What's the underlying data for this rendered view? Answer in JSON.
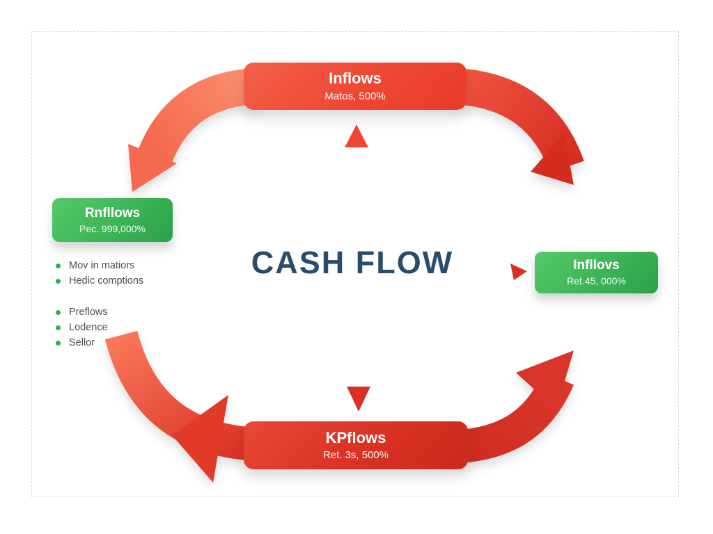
{
  "center": {
    "title": "CASH FLOW"
  },
  "nodes": {
    "top": {
      "title": "Inflows",
      "subtitle": "Matos, 500%"
    },
    "left": {
      "title": "Rnfllows",
      "subtitle": "Pec. 999,000%"
    },
    "right": {
      "title": "Infllovs",
      "subtitle": "Ret.45, 000%"
    },
    "bottom": {
      "title": "KPflows",
      "subtitle": "Ret. 3s, 500%"
    }
  },
  "lists": {
    "group1": [
      "Mov in matiors",
      "Hedic comptions"
    ],
    "group2": [
      "Preflows",
      "Lodence",
      "Sellor"
    ]
  },
  "colors": {
    "red": "#d93025",
    "salmon": "#f87f63",
    "green": "#35b154",
    "navy": "#2a4c6b"
  }
}
